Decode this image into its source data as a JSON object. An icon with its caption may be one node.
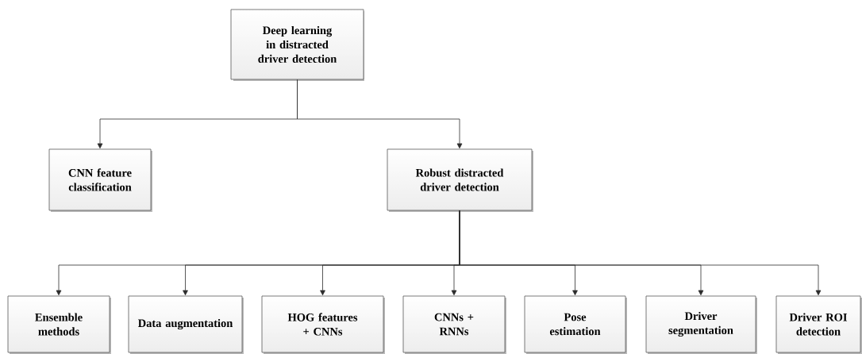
{
  "diagram": {
    "nodes": [
      {
        "text": [
          "Deep learning in distracted driver detection"
        ]
      },
      {
        "text": [
          "CNN feature classification"
        ]
      },
      {
        "text": [
          "Robust distracted driver detection"
        ]
      },
      {
        "text": [
          "Ensemble methods"
        ]
      },
      {
        "text": [
          "Data augmentation"
        ]
      },
      {
        "text": [
          "HOG features + CNNs"
        ]
      },
      {
        "text": [
          "CNNs + RNNs"
        ]
      },
      {
        "text": [
          "Pose estimation"
        ]
      },
      {
        "text": [
          "Driver segmentation"
        ]
      },
      {
        "text": [
          "Driver ROI detection"
        ]
      }
    ],
    "edges": [
      {
        "from": 0,
        "to": 1,
        "arrow": "to"
      },
      {
        "from": 0,
        "to": 2,
        "arrow": "to"
      },
      {
        "from": 2,
        "to": 3,
        "arrow": "to"
      },
      {
        "from": 2,
        "to": 4,
        "arrow": "to"
      },
      {
        "from": 2,
        "to": 5,
        "arrow": "to"
      },
      {
        "from": 2,
        "to": 6,
        "arrow": "to"
      },
      {
        "from": 2,
        "to": 7,
        "arrow": "to"
      },
      {
        "from": 2,
        "to": 8,
        "arrow": "to"
      },
      {
        "from": 2,
        "to": 9,
        "arrow": "to"
      }
    ]
  }
}
